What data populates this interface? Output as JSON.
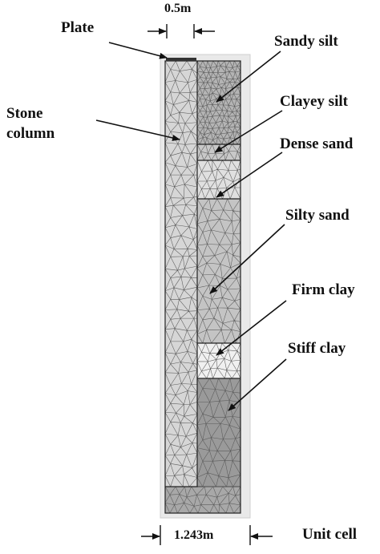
{
  "labels": {
    "plate": "Plate",
    "stone_column_line1": "Stone",
    "stone_column_line2": "column",
    "column_width": "0.5m",
    "cell_width": "1.243m",
    "unit_cell": "Unit cell"
  },
  "layers": [
    {
      "name": "Sandy silt",
      "fill": "#b4b4b4"
    },
    {
      "name": "Clayey silt",
      "fill": "#c8c8c8"
    },
    {
      "name": "Dense sand",
      "fill": "#e0e0e0"
    },
    {
      "name": "Silty sand",
      "fill": "#c4c4c4"
    },
    {
      "name": "Firm clay",
      "fill": "#f0f0f0"
    },
    {
      "name": "Stiff clay",
      "fill": "#9a9a9a"
    }
  ],
  "colors": {
    "stone_column": "#d6d6d6",
    "base_layer": "#a8a8a8",
    "mesh_line": "#5a5a5a",
    "outline": "#222222",
    "background": "#e4e4e4"
  }
}
